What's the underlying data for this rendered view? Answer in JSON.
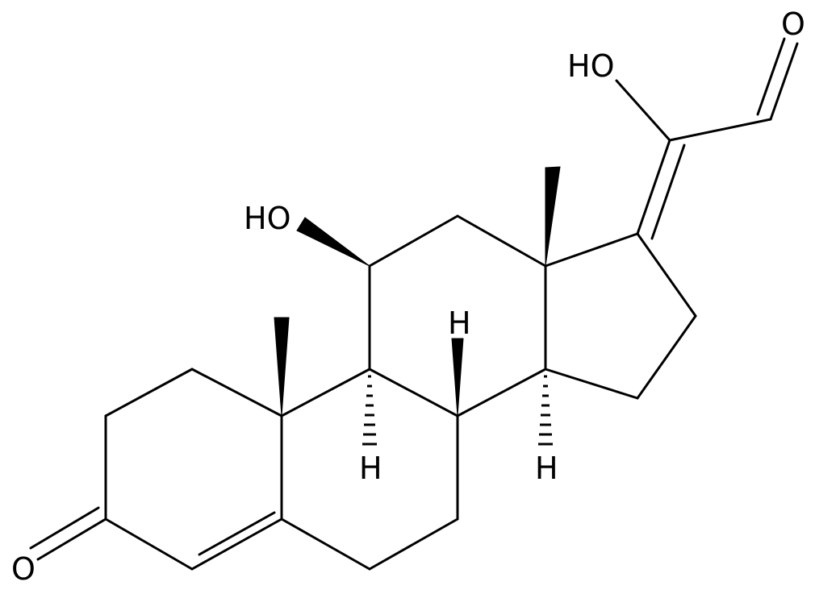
{
  "atom_labels": {
    "oh_side_chain": "HO",
    "o_aldehyde": "O",
    "oh_c11": "HO",
    "h_c8": "H",
    "h_c9": "H",
    "h_c14": "H",
    "o_ketone": "O"
  }
}
